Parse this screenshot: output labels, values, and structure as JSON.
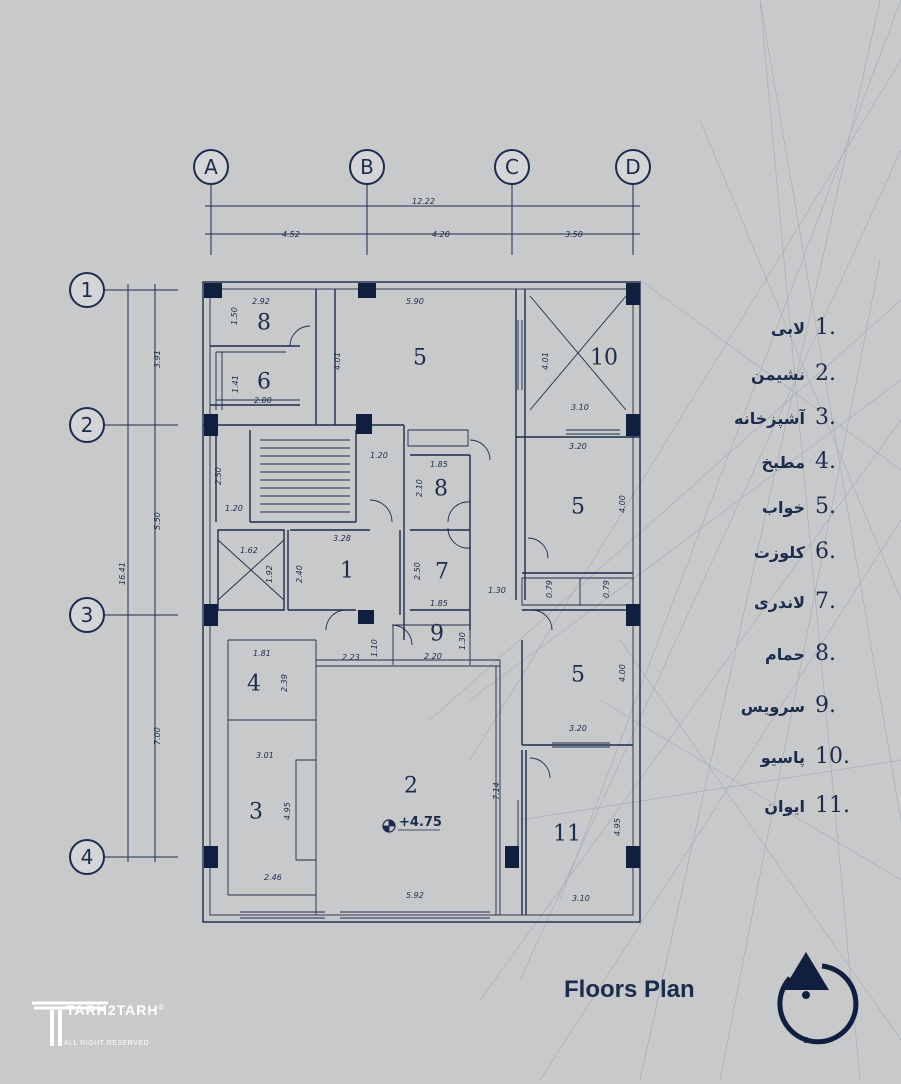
{
  "axes": {
    "columns": [
      "A",
      "B",
      "C",
      "D"
    ],
    "rows": [
      "1",
      "2",
      "3",
      "4"
    ]
  },
  "dimensions": {
    "top_total": "12.22",
    "top_parts": [
      "4.52",
      "4.20",
      "3.50"
    ],
    "left_total": "16.41",
    "left_parts": [
      "3.91",
      "5.50",
      "7.00"
    ]
  },
  "rooms": [
    {
      "num": "8"
    },
    {
      "num": "6"
    },
    {
      "num": "5"
    },
    {
      "num": "10"
    },
    {
      "num": "8"
    },
    {
      "num": "5"
    },
    {
      "num": "1"
    },
    {
      "num": "7"
    },
    {
      "num": "9"
    },
    {
      "num": "4"
    },
    {
      "num": "5"
    },
    {
      "num": "2"
    },
    {
      "num": "3"
    },
    {
      "num": "11"
    }
  ],
  "room_dims": [
    "2.92",
    "1.50",
    "5.90",
    "4.01",
    "4.01",
    "3.10",
    "1.41",
    "2.00",
    "2.50",
    "1.20",
    "1.20",
    "1.85",
    "2.10",
    "3.20",
    "4.00",
    "3.28",
    "1.62",
    "1.92",
    "2.40",
    "2.50",
    "1.85",
    "1.30",
    "0.79",
    "0.79",
    "1.10",
    "1.30",
    "2.23",
    "2.20",
    "1.81",
    "2.39",
    "3.20",
    "4.00",
    "3.01",
    "4.95",
    "7.14",
    "4.95",
    "2.46",
    "5.92",
    "3.10"
  ],
  "level": "+4.75",
  "legend": [
    {
      "n": "1.",
      "label": "لابی"
    },
    {
      "n": "2.",
      "label": "نشیمن"
    },
    {
      "n": "3.",
      "label": "آشپزخانه"
    },
    {
      "n": "4.",
      "label": "مطبخ"
    },
    {
      "n": "5.",
      "label": "خواب"
    },
    {
      "n": "6.",
      "label": "کلوزت"
    },
    {
      "n": "7.",
      "label": "لاندری"
    },
    {
      "n": "8.",
      "label": "حمام"
    },
    {
      "n": "9.",
      "label": "سرویس"
    },
    {
      "n": "10.",
      "label": "پاسیو"
    },
    {
      "n": "11.",
      "label": "ایوان"
    }
  ],
  "title": "Floors Plan",
  "logo": {
    "name": "TARH2TARH",
    "mark": "©",
    "sub": "ALL RIGHT RESERVED"
  },
  "colors": {
    "ink": "#1b2c4c",
    "background": "#c8c9ca"
  },
  "icons": {
    "north": "north-arrow-icon",
    "level_marker": "level-marker-icon"
  }
}
